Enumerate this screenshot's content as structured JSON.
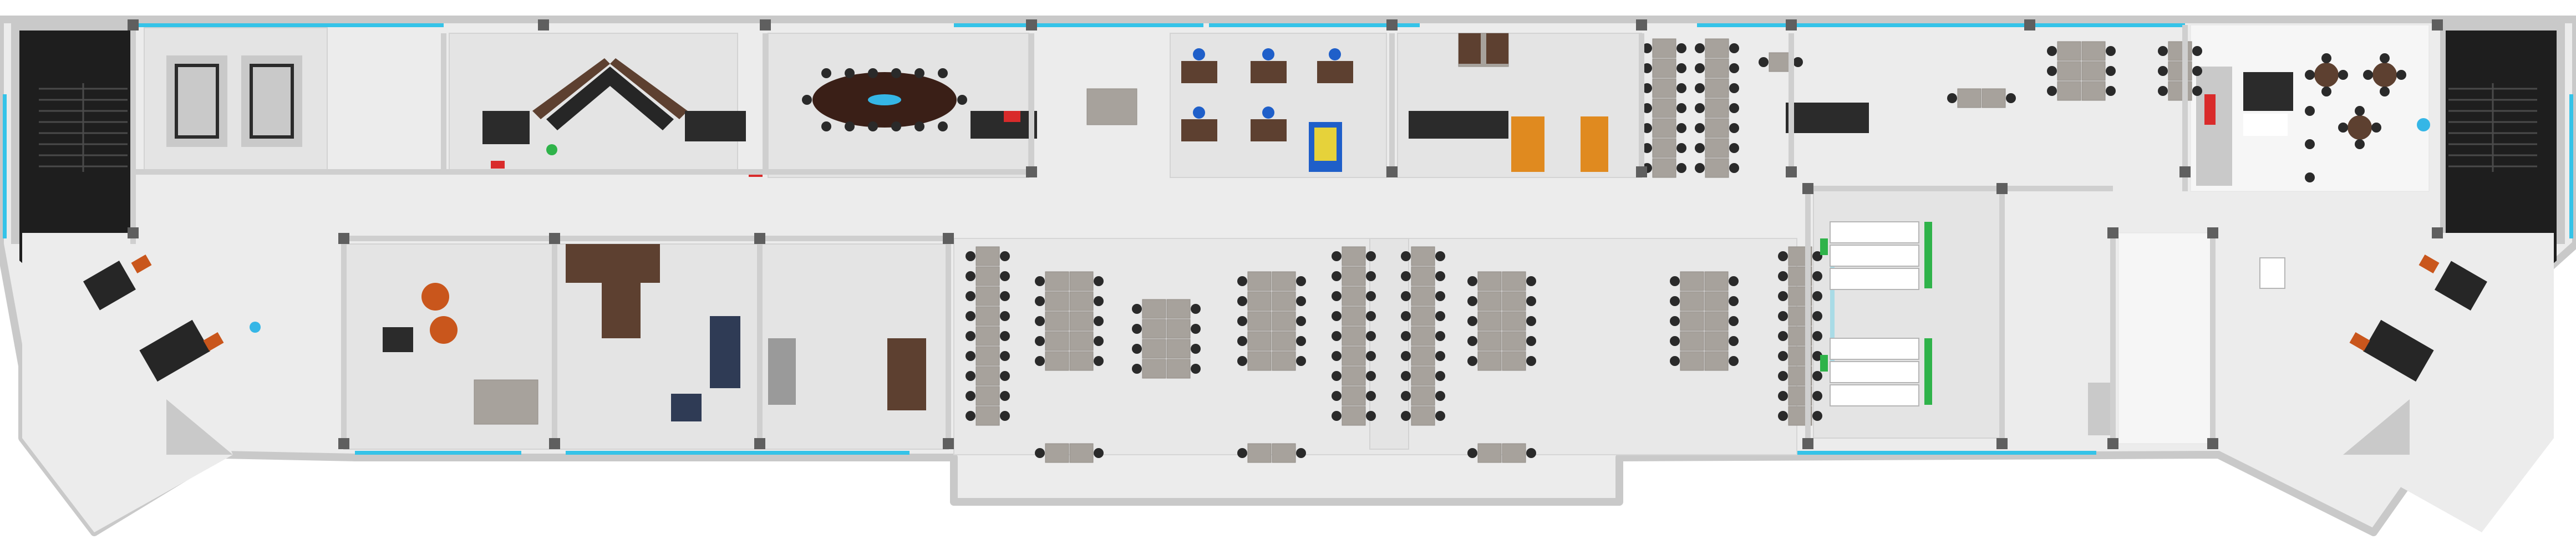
{
  "plan": {
    "kind": "office-floor-plan",
    "colors": {
      "background": "#ffffff",
      "floor": "#ececec",
      "wall": "#c9c9c9",
      "wall_edge": "#b2b2b2",
      "window": "#35c3e8",
      "column": "#5f5f5f",
      "desk": "#a7a29c",
      "desk_grain": "#bdb8b1",
      "chair": "#2a2a2a",
      "sofa_dark": "#262626",
      "sofa_orange": "#e08a1f",
      "sofa_navy": "#2f3b55",
      "sofa_gray": "#9a9a9a",
      "rug": "#d7d7d7",
      "glass_wall": "#a9dbe6",
      "tv": "#2b2b2b",
      "wood_dark": "#5d4030",
      "conference_table": "#3a1f17",
      "accent_red": "#d92b2b",
      "accent_blue": "#1f5fc9",
      "accent_green": "#2fb34a",
      "accent_orange": "#c9561c",
      "kitchen_tile": "#f6f6f6",
      "stairs": "#1e1e1e"
    },
    "rooms": [
      "stairwell-west",
      "stairwell-east",
      "lobby",
      "lounge",
      "conference-room",
      "managers-offices",
      "open-workspace",
      "meeting-rooms",
      "kitchen",
      "restrooms",
      "break-area",
      "bench-workstations"
    ],
    "icons": [
      "stairs-icon",
      "sofa-icon",
      "desk-icon",
      "chair-icon",
      "plant-icon",
      "tv-icon",
      "conference-table-icon",
      "workstation-icon",
      "toilet-icon",
      "sink-icon",
      "kitchen-counter-icon",
      "water-cooler-icon"
    ]
  }
}
